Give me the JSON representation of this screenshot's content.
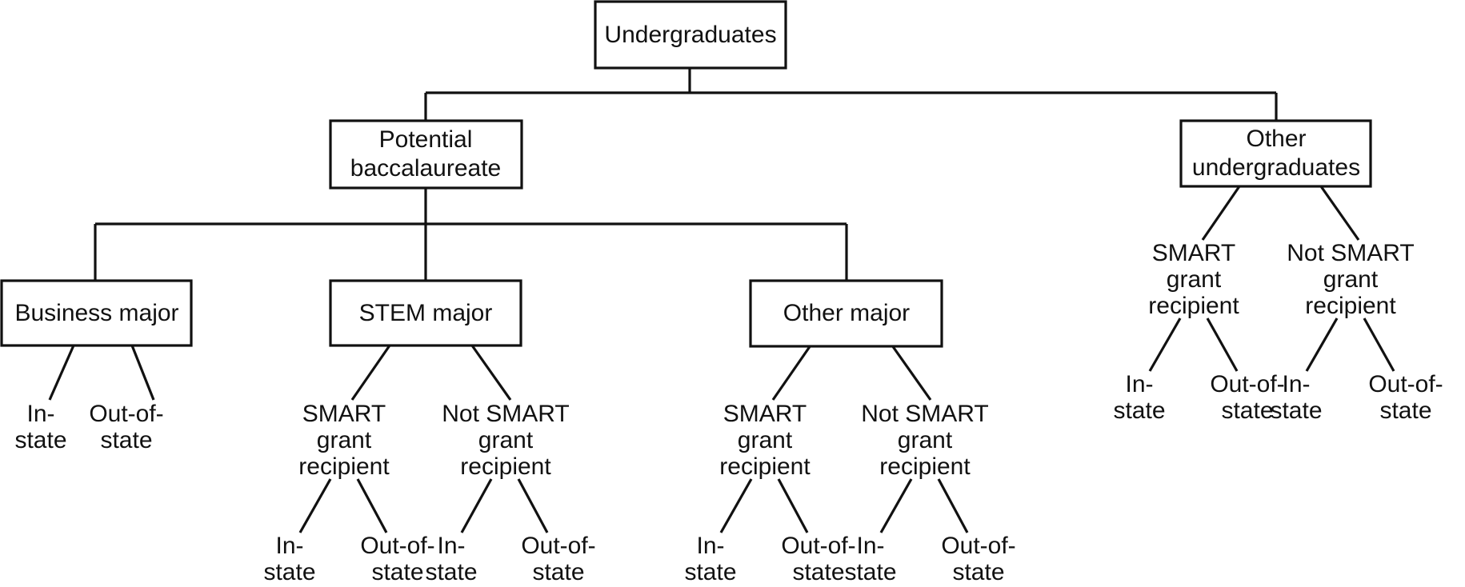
{
  "diagram": {
    "title": "Undergraduate classification tree",
    "type": "tree-diagram",
    "colors": {
      "stroke": "#111111",
      "box_fill": "#ffffff",
      "background": "#ffffff",
      "text": "#111111"
    },
    "labels": {
      "root": "Undergraduates",
      "potential_baccalaureate_line1": "Potential",
      "potential_baccalaureate_line2": "baccalaureate",
      "other_undergraduates_line1": "Other",
      "other_undergraduates_line2": "undergraduates",
      "business_major": "Business major",
      "stem_major": "STEM major",
      "other_major": "Other major",
      "smart_line1": "SMART",
      "smart_line2": "grant",
      "smart_line3": "recipient",
      "not_smart_line1": "Not SMART",
      "not_smart_line2": "grant",
      "not_smart_line3": "recipient",
      "in_state_line1": "In-",
      "in_state_line2": "state",
      "out_of_state_line1": "Out-of-",
      "out_of_state_line2": "state"
    },
    "tree": {
      "name": "Undergraduates",
      "children": [
        {
          "name": "Potential baccalaureate",
          "children": [
            {
              "name": "Business major",
              "children": [
                {
                  "name": "In-state"
                },
                {
                  "name": "Out-of-state"
                }
              ]
            },
            {
              "name": "STEM major",
              "children": [
                {
                  "name": "SMART grant recipient",
                  "children": [
                    {
                      "name": "In-state"
                    },
                    {
                      "name": "Out-of-state"
                    }
                  ]
                },
                {
                  "name": "Not SMART grant recipient",
                  "children": [
                    {
                      "name": "In-state"
                    },
                    {
                      "name": "Out-of-state"
                    }
                  ]
                }
              ]
            },
            {
              "name": "Other major",
              "children": [
                {
                  "name": "SMART grant recipient",
                  "children": [
                    {
                      "name": "In-state"
                    },
                    {
                      "name": "Out-of-state"
                    }
                  ]
                },
                {
                  "name": "Not SMART grant recipient",
                  "children": [
                    {
                      "name": "In-state"
                    },
                    {
                      "name": "Out-of-state"
                    }
                  ]
                }
              ]
            }
          ]
        },
        {
          "name": "Other undergraduates",
          "children": [
            {
              "name": "SMART grant recipient",
              "children": [
                {
                  "name": "In-state"
                },
                {
                  "name": "Out-of-state"
                }
              ]
            },
            {
              "name": "Not SMART grant recipient",
              "children": [
                {
                  "name": "In-state"
                },
                {
                  "name": "Out-of-state"
                }
              ]
            }
          ]
        }
      ]
    }
  }
}
